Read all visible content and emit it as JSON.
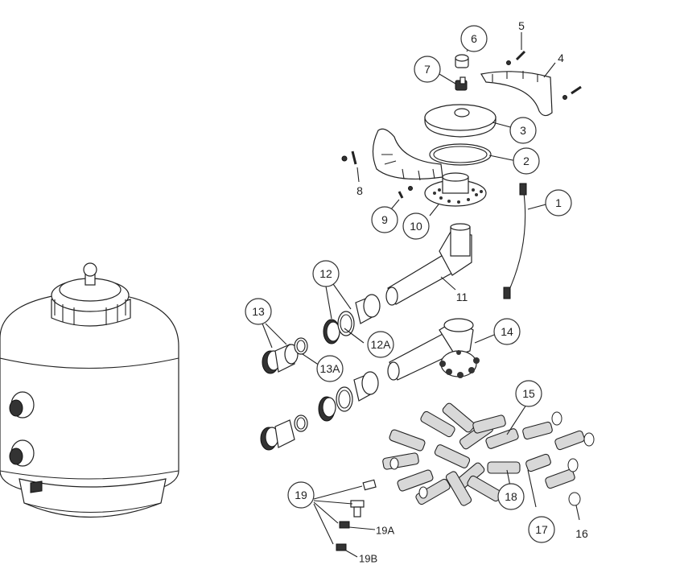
{
  "callouts": {
    "c1": "1",
    "c2": "2",
    "c3": "3",
    "c4": "4",
    "c5": "5",
    "c6": "6",
    "c7": "7",
    "c8": "8",
    "c9": "9",
    "c10": "10",
    "c11": "11",
    "c12": "12",
    "c12a": "12A",
    "c13": "13",
    "c13a": "13A",
    "c14": "14",
    "c15": "15",
    "c16": "16",
    "c17": "17",
    "c18": "18",
    "c19": "19",
    "c19a": "19A",
    "c19b": "19B"
  }
}
